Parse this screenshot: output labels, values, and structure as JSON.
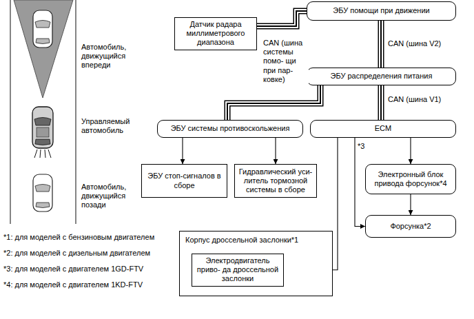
{
  "diagram": {
    "nodes": [
      {
        "text": [
          "Датчик радара миллиметрового диапазона"
        ]
      },
      {
        "text": [
          "ЭБУ помощи при движении"
        ]
      },
      {
        "text": [
          "ЭБУ распределения питания"
        ]
      },
      {
        "text": [
          "ЭБУ системы противоскольжения"
        ]
      },
      {
        "text": [
          "ECM"
        ]
      },
      {
        "text": [
          "ЭБУ стоп-сигналов в сборе"
        ]
      },
      {
        "text": [
          "Гидравлический уси- литель тормозной системы в сборе"
        ]
      },
      {
        "text": [
          "Электронный блок привода форсунок*4"
        ]
      },
      {
        "text": [
          "Форсунка*2"
        ]
      },
      {
        "text": [
          "Корпус дроссельной заслонки*1"
        ]
      },
      {
        "text": [
          "Электродвигатель приво- да дроссельной заслонки"
        ],
        "in": 9
      }
    ],
    "edges": [
      {
        "from": 0,
        "to": 1,
        "arrow": "none",
        "label": "CAN (шина системы помо- щи при пар- ковке)"
      },
      {
        "from": 1,
        "to": 2,
        "arrow": "none",
        "label": "CAN (шина V2)"
      },
      {
        "from": 2,
        "to": 3,
        "arrow": "none"
      },
      {
        "from": 2,
        "to": 4,
        "arrow": "none",
        "label": "CAN (шина V1)"
      },
      {
        "from": 3,
        "to": 5,
        "arrow": "to"
      },
      {
        "from": 3,
        "to": 6,
        "arrow": "to"
      },
      {
        "from": 4,
        "to": 7,
        "arrow": "to"
      },
      {
        "from": 7,
        "to": 8,
        "arrow": "to"
      },
      {
        "from": 4,
        "to": 10,
        "arrow": "to"
      },
      {
        "from": 4,
        "to": 8,
        "arrow": "to",
        "label": "*3"
      }
    ],
    "labels": [
      "Автомобиль, движущийся впереди",
      "Управляемый автомобиль",
      "Автомобиль, движущийся позади",
      "*1: для моделей с бензиновым двигателем",
      "*2: для моделей с дизельным двигателем",
      "*3: для моделей с двигателем 1GD-FTV",
      "*4: для моделей с двигателем 1KD-FTV"
    ]
  }
}
